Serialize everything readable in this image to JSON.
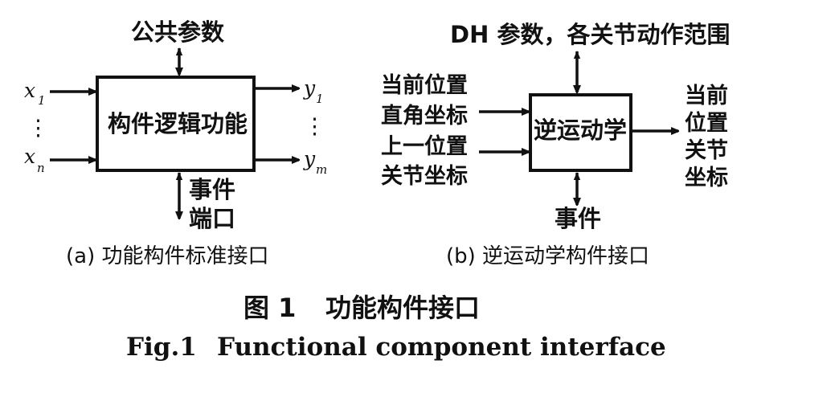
{
  "diagram_a": {
    "top_label": "公共参数",
    "box_label": "构件逻辑功能",
    "inputs": [
      "x",
      "1",
      "⋮",
      "x",
      "n"
    ],
    "outputs": [
      "y",
      "1",
      "⋮",
      "y",
      "m"
    ],
    "bottom_label": [
      "事件",
      "端口"
    ],
    "caption": "(a) 功能构件标准接口"
  },
  "diagram_b": {
    "top_label": "DH 参数，各关节动作范围",
    "box_label": "逆运动学",
    "inputs_1": [
      "当前位置",
      "直角坐标"
    ],
    "inputs_2": [
      "上一位置",
      "关节坐标"
    ],
    "output": [
      "当前",
      "位置",
      "关节",
      "坐标"
    ],
    "bottom_label": "事件",
    "caption": "(b) 逆运动学构件接口"
  },
  "figure": {
    "number_zh": "图 1",
    "title_zh": "功能构件接口",
    "number_en": "Fig.1",
    "title_en": "Functional component interface"
  }
}
